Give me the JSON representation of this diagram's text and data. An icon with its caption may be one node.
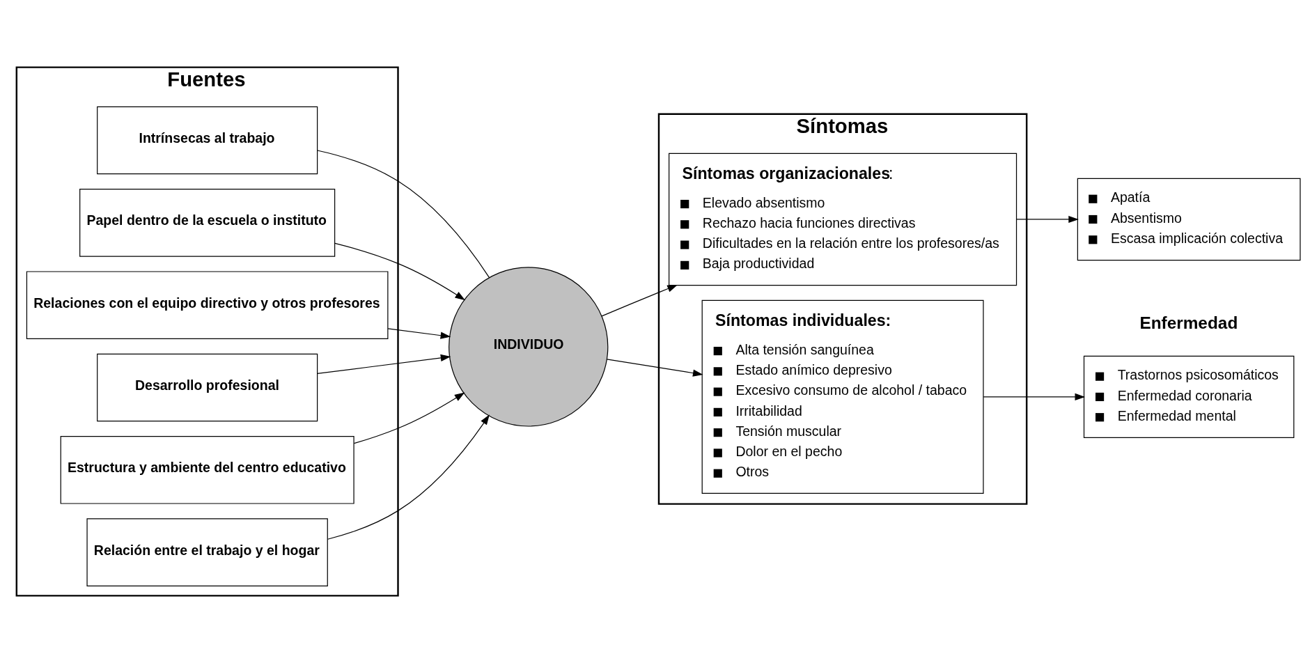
{
  "diagram": {
    "nodes": [
      {
        "text": [
          "Fuentes"
        ]
      },
      {
        "text": [
          "Intrínsecas al trabajo"
        ],
        "in": 0
      },
      {
        "text": [
          "Papel dentro de la escuela o instituto"
        ],
        "in": 0
      },
      {
        "text": [
          "Relaciones con el equipo directivo y otros profesores"
        ],
        "in": 0
      },
      {
        "text": [
          "Desarrollo profesional"
        ],
        "in": 0
      },
      {
        "text": [
          "Estructura y ambiente del centro educativo"
        ],
        "in": 0
      },
      {
        "text": [
          "Relación entre el trabajo y el hogar"
        ],
        "in": 0
      },
      {
        "text": [
          "INDIVIDUO"
        ]
      },
      {
        "text": [
          "Síntomas"
        ]
      },
      {
        "text": [
          "Síntomas individuales:",
          "Alta tensión sanguínea",
          "Estado anímico depresivo",
          "Excesivo consumo de alcohol / tabaco",
          "Irritabilidad",
          "Tensión muscular",
          "Dolor en el pecho",
          "Otros"
        ],
        "in": 8
      },
      {
        "text": [
          "**Síntomas organizacionales**:",
          "Elevado absentismo",
          "Rechazo hacia funciones directivas",
          "Dificultades en la relación entre los profesores/as",
          "Baja productividad"
        ],
        "in": 8
      },
      {
        "text": [
          "Trastornos psicosomáticos",
          "Enfermedad coronaria",
          "Enfermedad mental"
        ]
      },
      {
        "text": [
          "Apatía",
          "Absentismo",
          "Escasa implicación colectiva"
        ]
      }
    ],
    "edges": [
      {
        "from": 1,
        "to": 7,
        "arrow": "none"
      },
      {
        "from": 2,
        "to": 7,
        "arrow": "to"
      },
      {
        "from": 3,
        "to": 7,
        "arrow": "to"
      },
      {
        "from": 4,
        "to": 7,
        "arrow": "to"
      },
      {
        "from": 5,
        "to": 7,
        "arrow": "to"
      },
      {
        "from": 6,
        "to": 7,
        "arrow": "to"
      },
      {
        "from": 7,
        "to": 9,
        "arrow": "to"
      },
      {
        "from": 7,
        "to": 10,
        "arrow": "to"
      },
      {
        "from": 9,
        "to": 11,
        "arrow": "to"
      },
      {
        "from": 10,
        "to": 12,
        "arrow": "to"
      }
    ],
    "labels": [
      "Enfermedad"
    ]
  }
}
